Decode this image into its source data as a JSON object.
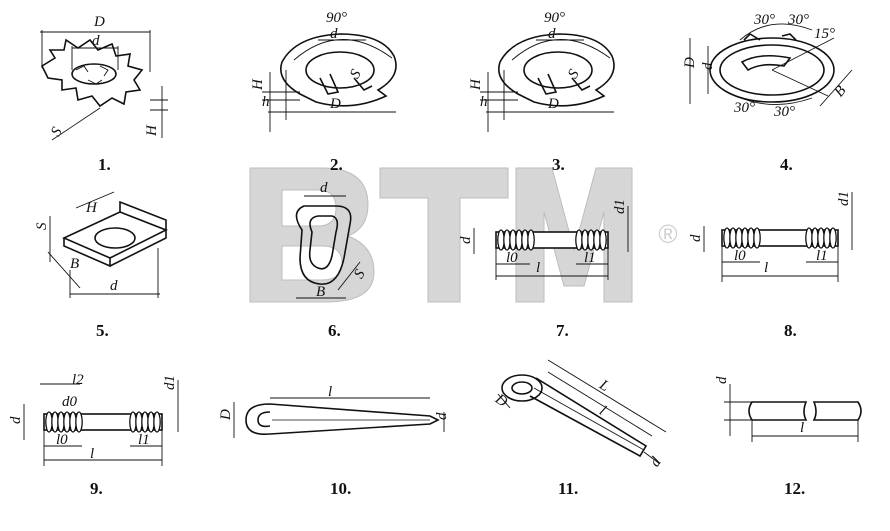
{
  "watermark": {
    "text": "BTM",
    "registered_mark": "®",
    "color": "#d6d6d6"
  },
  "figures": [
    {
      "number": "1.",
      "labels": {
        "D": "D",
        "d": "d",
        "S": "S",
        "H": "H"
      }
    },
    {
      "number": "2.",
      "labels": {
        "angle": "90°",
        "d": "d",
        "H": "H",
        "h": "h",
        "S": "S",
        "D": "D"
      }
    },
    {
      "number": "3.",
      "labels": {
        "angle": "90°",
        "d": "d",
        "H": "H",
        "h": "h",
        "S": "S",
        "D": "D"
      }
    },
    {
      "number": "4.",
      "labels": {
        "a30a": "30°",
        "a30b": "30°",
        "a15": "15°",
        "a30c": "30°",
        "a30d": "30°",
        "D": "D",
        "d": "d",
        "B": "B"
      }
    },
    {
      "number": "5.",
      "labels": {
        "S": "S",
        "H": "H",
        "B": "B",
        "d": "d"
      }
    },
    {
      "number": "6.",
      "labels": {
        "d": "d",
        "B": "B",
        "S": "S"
      }
    },
    {
      "number": "7.",
      "labels": {
        "d": "d",
        "d1": "d1",
        "l0": "l0",
        "l": "l",
        "l1": "l1"
      }
    },
    {
      "number": "8.",
      "labels": {
        "d": "d",
        "d1": "d1",
        "l0": "l0",
        "l": "l",
        "l1": "l1"
      }
    },
    {
      "number": "9.",
      "labels": {
        "l2": "l2",
        "d0": "d0",
        "d": "d",
        "d1": "d1",
        "l0": "l0",
        "l": "l",
        "l1": "l1"
      }
    },
    {
      "number": "10.",
      "labels": {
        "l": "l",
        "D": "D",
        "d": "d"
      }
    },
    {
      "number": "11.",
      "labels": {
        "D": "D",
        "L": "L",
        "l": "l",
        "d": "d"
      }
    },
    {
      "number": "12.",
      "labels": {
        "d": "d",
        "l": "l"
      }
    }
  ]
}
